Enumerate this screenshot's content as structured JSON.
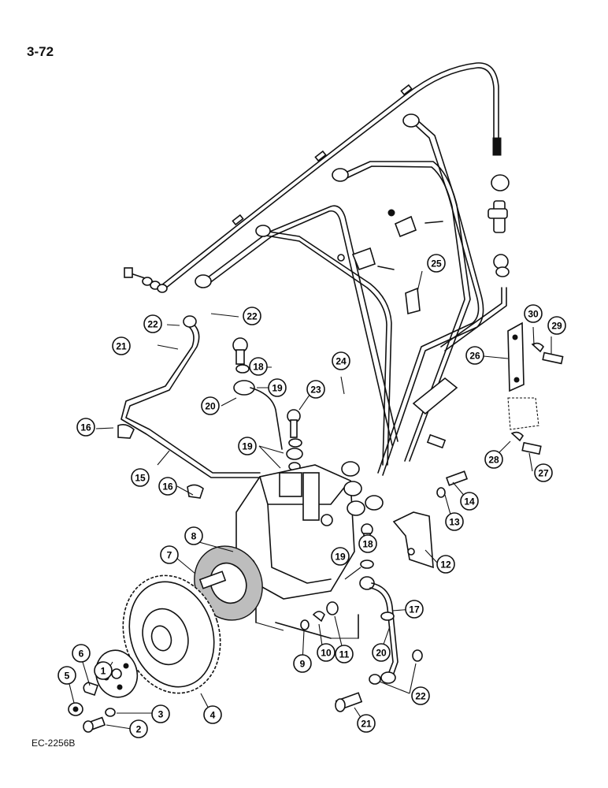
{
  "page": {
    "number": "3-72",
    "figure_code": "EC-2256B"
  },
  "callouts": [
    "1",
    "2",
    "3",
    "4",
    "5",
    "6",
    "7",
    "8",
    "9",
    "10",
    "11",
    "12",
    "13",
    "14",
    "15",
    "16",
    "16",
    "17",
    "18",
    "18",
    "19",
    "19",
    "19",
    "20",
    "20",
    "21",
    "21",
    "22",
    "22",
    "22",
    "23",
    "24",
    "25",
    "26",
    "27",
    "28",
    "29",
    "30"
  ]
}
